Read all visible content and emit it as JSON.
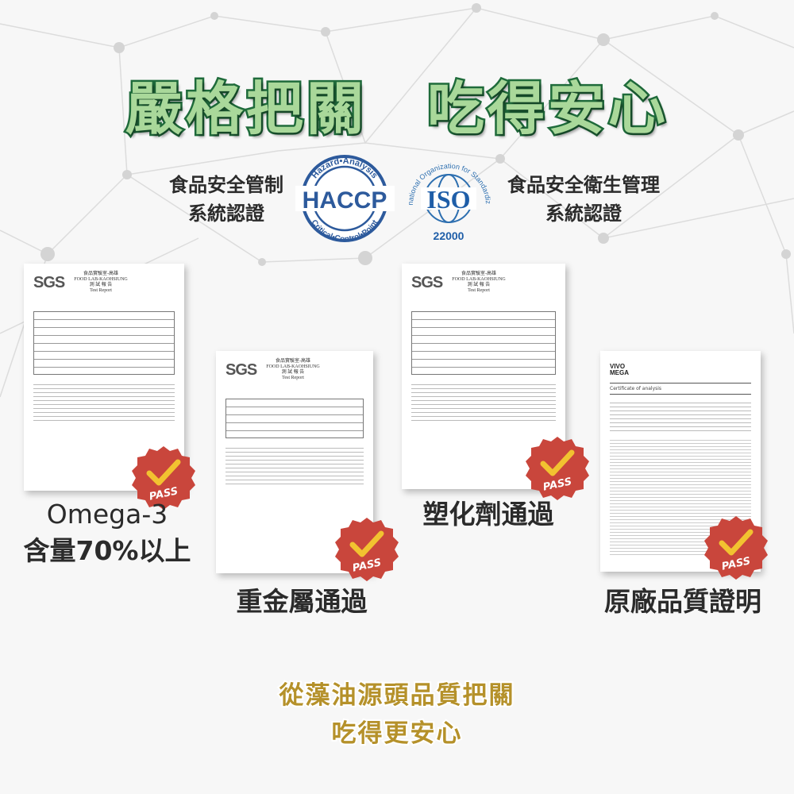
{
  "title": "嚴格把關　吃得安心",
  "certs": {
    "left": {
      "line1": "食品安全管制",
      "line2": "系統認證"
    },
    "right": {
      "line1": "食品安全衛生管理",
      "line2": "系統認證"
    },
    "haccp": {
      "top": "Hazard•Analysis",
      "main": "HACCP",
      "bottom": "Critical•Control•Point"
    },
    "iso": {
      "ring": "International Organization for Standardization",
      "main": "ISO",
      "number": "22000"
    }
  },
  "sgs_doc": {
    "logo": "SGS",
    "lab_zh": "食品實驗室-高雄",
    "lab_en": "FOOD LAB-KAOHSIUNG",
    "report_zh": "測 試 報 告",
    "report_en": "Test Report"
  },
  "vivo_doc": {
    "logo_line1": "VIVO",
    "logo_line2": "MEGA",
    "heading": "Certificate of analysis"
  },
  "stamp": {
    "text": "PASS",
    "color": "#c9463c",
    "check_color": "#f2c230"
  },
  "labels": {
    "omega_line1": "Omega-3",
    "omega_line2": "含量70%以上",
    "heavy_metal": "重金屬通過",
    "plasticizer": "塑化劑通過",
    "origin": "原廠品質證明"
  },
  "bottom": {
    "line1": "從藻油源頭品質把關",
    "line2": "吃得更安心"
  }
}
